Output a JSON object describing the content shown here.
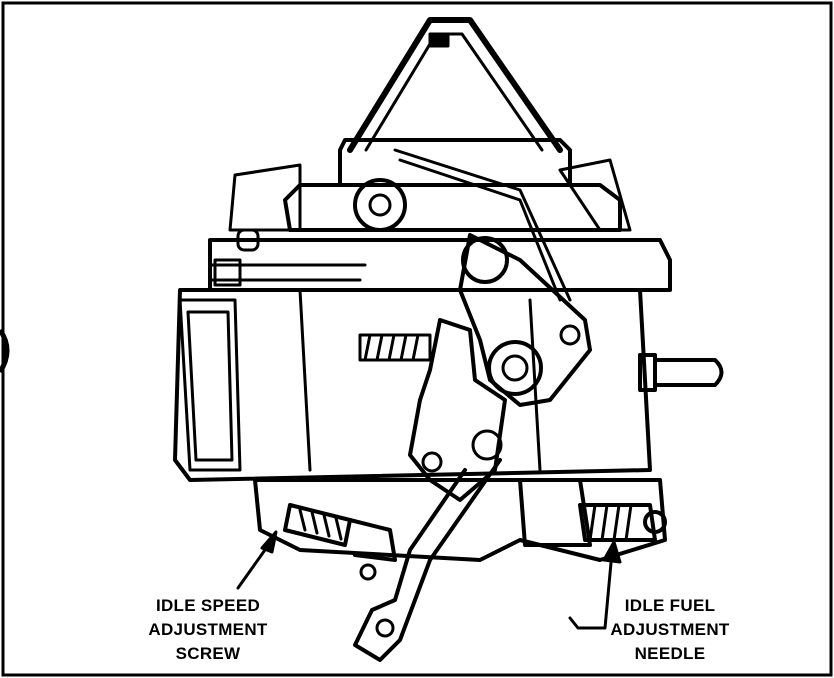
{
  "figure": {
    "subject": "carburetor-illustration",
    "ink_color": "#000000",
    "paper_color": "#ffffff"
  },
  "labels": {
    "idle_speed": {
      "line1": "IDLE SPEED",
      "line2": "ADJUSTMENT",
      "line3": "SCREW"
    },
    "idle_fuel": {
      "line1": "IDLE FUEL",
      "line2": "ADJUSTMENT",
      "line3": "NEEDLE"
    }
  }
}
